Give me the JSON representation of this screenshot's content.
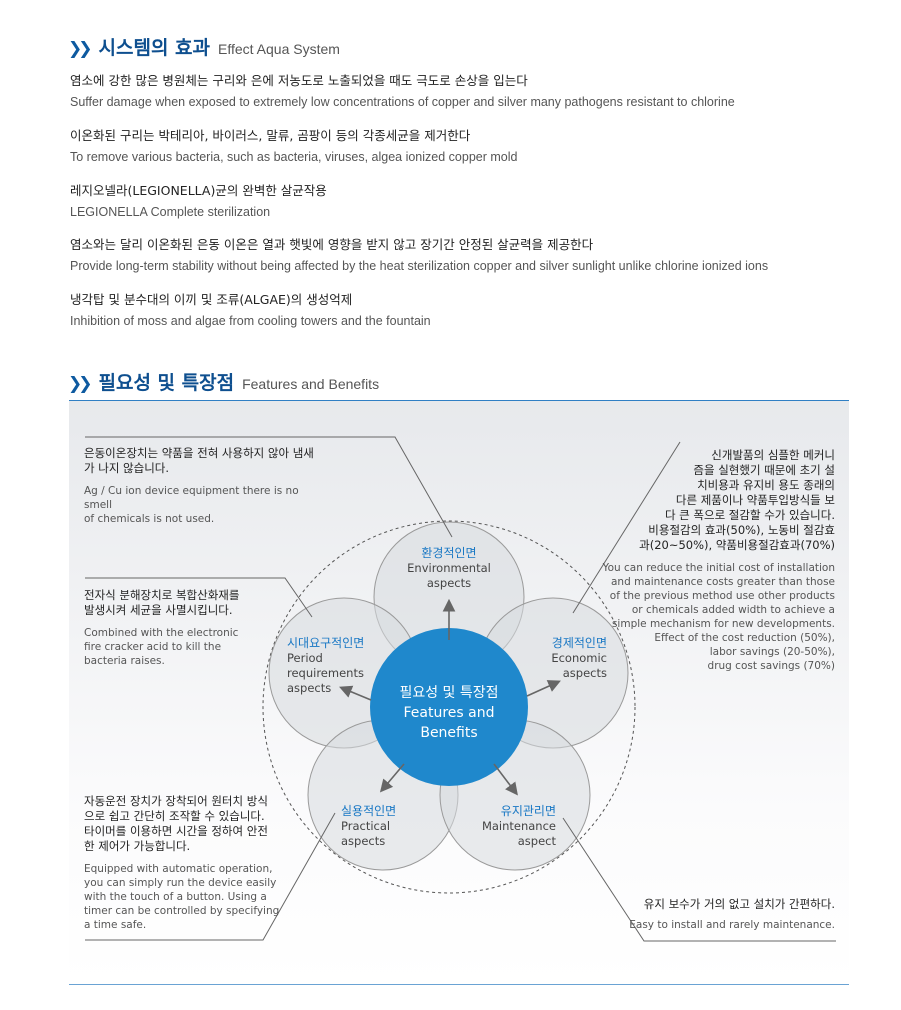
{
  "section1": {
    "title_ko": "시스템의 효과",
    "title_en": "Effect Aqua System",
    "items": [
      {
        "ko": "염소에 강한 많은 병원체는 구리와 은에 저농도로 노출되었을 때도 극도로 손상을 입는다",
        "en": "Suffer damage when exposed to extremely low concentrations of copper and silver many pathogens resistant to chlorine"
      },
      {
        "ko": "이온화된 구리는 박테리아, 바이러스, 말류, 곰팡이 등의 각종세균을 제거한다",
        "en": "To remove various bacteria, such as bacteria, viruses, algea ionized copper mold"
      },
      {
        "ko": "레지오넬라(LEGIONELLA)균의 완벽한 살균작용",
        "en": "LEGIONELLA Complete sterilization"
      },
      {
        "ko": "염소와는 달리 이온화된 은동 이온은 열과 햇빛에 영향을 받지 않고 장기간 안정된 살균력을 제공한다",
        "en": "Provide long-term stability without being affected by the heat sterilization copper and silver sunlight unlike chlorine  ionized ions"
      },
      {
        "ko": "냉각탑 및 분수대의 이끼 및 조류(ALGAE)의 생성억제",
        "en": "Inhibition of moss and algae from cooling towers and the fountain"
      }
    ]
  },
  "section2": {
    "title_ko": "필요성 및 특장점",
    "title_en": "Features and Benefits",
    "center": {
      "ko": "필요성 및 특장점",
      "en1": "Features and",
      "en2": "Benefits"
    },
    "petals": {
      "environmental": {
        "ko": "환경적인면",
        "en1": "Environmental",
        "en2": "aspects"
      },
      "economic": {
        "ko": "경제적인면",
        "en1": "Economic",
        "en2": "aspects"
      },
      "period": {
        "ko": "시대요구적인면",
        "en1": "Period",
        "en2": "requirements",
        "en3": "aspects"
      },
      "practical": {
        "ko": "실용적인면",
        "en1": "Practical",
        "en2": "aspects"
      },
      "maintenance": {
        "ko": "유지관리면",
        "en1": "Maintenance",
        "en2": "aspect"
      }
    },
    "notes": {
      "environmental": {
        "ko1": "은동이온장치는 약품을 전혀 사용하지  않아 냄새",
        "ko2": "가 나지 않습니다.",
        "en1": "Ag / Cu ion device equipment there is no smell",
        "en2": "of chemicals is not used."
      },
      "period": {
        "ko1": "전자식 분해장치로 복합산화재를",
        "ko2": "발생시켜 세균을 사멸시킵니다.",
        "en1": "Combined with the electronic",
        "en2": "fire cracker acid to kill the",
        "en3": "bacteria raises."
      },
      "economic": {
        "ko": [
          "신개발품의 심플한 메커니",
          "즘을 실현했기 때문에 초기 설",
          "치비용과 유지비 용도 종래의",
          "다른 제품이나 약품투입방식들 보",
          "다 큰 폭으로 절감할 수가 있습니다.",
          "비용절감의 효과(50%), 노동비 절감효",
          "과(20~50%), 약품비용절감효과(70%)"
        ],
        "en": [
          "You can reduce the initial cost of installation",
          "and maintenance costs greater than those",
          "of the previous method use other products",
          "or chemicals added width to achieve a",
          "simple mechanism for new developments.",
          "Effect of the cost reduction (50%),",
          "labor savings (20-50%),",
          "drug cost savings (70%)"
        ]
      },
      "practical": {
        "ko": [
          "자동운전 장치가 장착되어 원터치 방식",
          "으로 쉽고 간단히 조작할 수 있습니다.",
          "타이머를 이용하면 시간을 정하여 안전",
          "한 제어가 가능합니다."
        ],
        "en": [
          "Equipped with automatic operation,",
          "you can simply run the device easily",
          "with the touch of a button. Using a",
          "timer can be controlled by specifying",
          "a time safe."
        ]
      },
      "maintenance": {
        "ko": "유지 보수가 거의 없고 설치가 간편하다.",
        "en": "Easy to install and rarely maintenance."
      }
    },
    "colors": {
      "accent": "#1f88cc",
      "title": "#0e4f8f",
      "petal_title": "#1877c4"
    }
  }
}
